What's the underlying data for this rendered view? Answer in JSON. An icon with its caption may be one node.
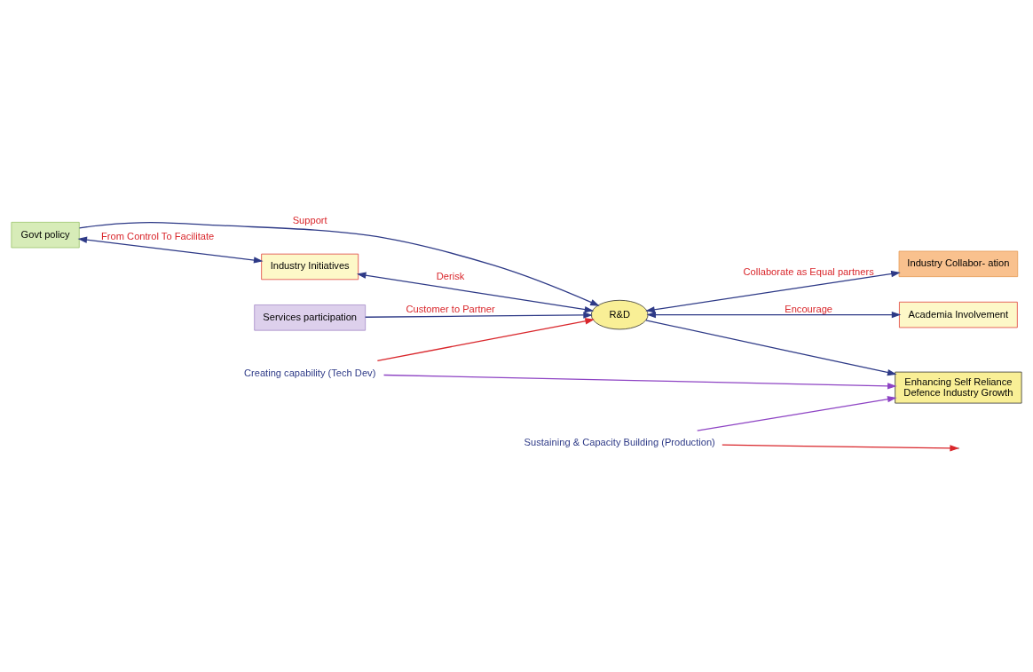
{
  "diagram": {
    "nodes": [
      {
        "text": [
          "Govt policy"
        ]
      },
      {
        "text": [
          "Industry Initiatives"
        ]
      },
      {
        "text": [
          "R&D"
        ]
      },
      {
        "text": [
          "Industry Collabor- ation"
        ]
      },
      {
        "text": [
          "Services participation"
        ]
      },
      {
        "text": [
          "Academia Involvement"
        ]
      },
      {
        "text": [
          "Enhancing Self Reliance",
          "Defence Industry Growth"
        ]
      },
      {
        "text": [
          "Sustaining & Capacity Building (Production)"
        ]
      },
      {
        "text": [
          "Creating capability (Tech Dev)"
        ]
      }
    ],
    "edges": [
      {
        "from": 0,
        "to": 1,
        "arrow": "both",
        "label": "From Control To Facilitate"
      },
      {
        "from": 1,
        "to": 2,
        "arrow": "both",
        "label": "Derisk"
      },
      {
        "from": 0,
        "to": 2,
        "arrow": "to",
        "label": "Support"
      },
      {
        "from": 2,
        "to": 3,
        "arrow": "both",
        "label": "Collaborate as Equal partners"
      },
      {
        "from": 4,
        "to": 2,
        "arrow": "to",
        "label": "Customer to Partner"
      },
      {
        "from": 2,
        "to": 5,
        "arrow": "both",
        "label": "Encourage"
      },
      {
        "from": 2,
        "to": 6,
        "arrow": "to"
      },
      {
        "from": 7,
        "to": null,
        "arrow": "to",
        "color": "#d9262b"
      },
      {
        "from": 7,
        "to": 6,
        "arrow": "to",
        "color": "#8e44c4"
      },
      {
        "from": 8,
        "to": 6,
        "arrow": "to",
        "color": "#8e44c4"
      },
      {
        "from": 8,
        "to": 2,
        "arrow": "to",
        "color": "#d9262b"
      }
    ]
  }
}
